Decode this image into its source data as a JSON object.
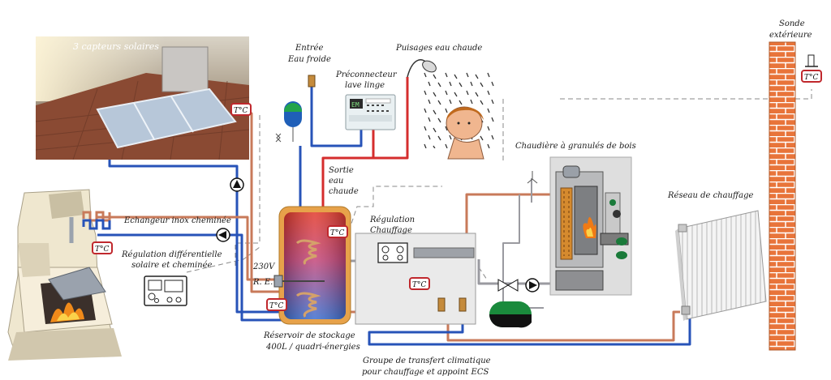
{
  "labels": {
    "solar_collectors": "3 capteurs solaires",
    "cold_water_inlet_1": "Entrée",
    "cold_water_inlet_2": "Eau froide",
    "washing_machine_1": "Préconnecteur",
    "washing_machine_2": "lave linge",
    "hot_water_draw": "Puisages eau chaude",
    "outdoor_probe_1": "Sonde",
    "outdoor_probe_2": "extérieure",
    "hot_water_outlet_1": "Sortie",
    "hot_water_outlet_2": "eau",
    "hot_water_outlet_3": "chaude",
    "pellet_boiler": "Chaudière à granulés de bois",
    "heating_network": "Réseau de chauffage",
    "fireplace_exchanger": "Echangeur inox cheminée",
    "heating_regulation_1": "Régulation",
    "heating_regulation_2": "Chauffage",
    "differential_regulation_1": "Régulation différentielle",
    "differential_regulation_2": "solaire et cheminée",
    "voltage": "230V",
    "electric_element": "R. E.",
    "storage_tank_1": "Réservoir de stockage",
    "storage_tank_2": "400L / quadri-énergies",
    "transfer_group_1": "Groupe de transfert climatique",
    "transfer_group_2": "pour chauffage et appoint ECS"
  },
  "sensor_label": "T°C",
  "controller_display": "EM"
}
